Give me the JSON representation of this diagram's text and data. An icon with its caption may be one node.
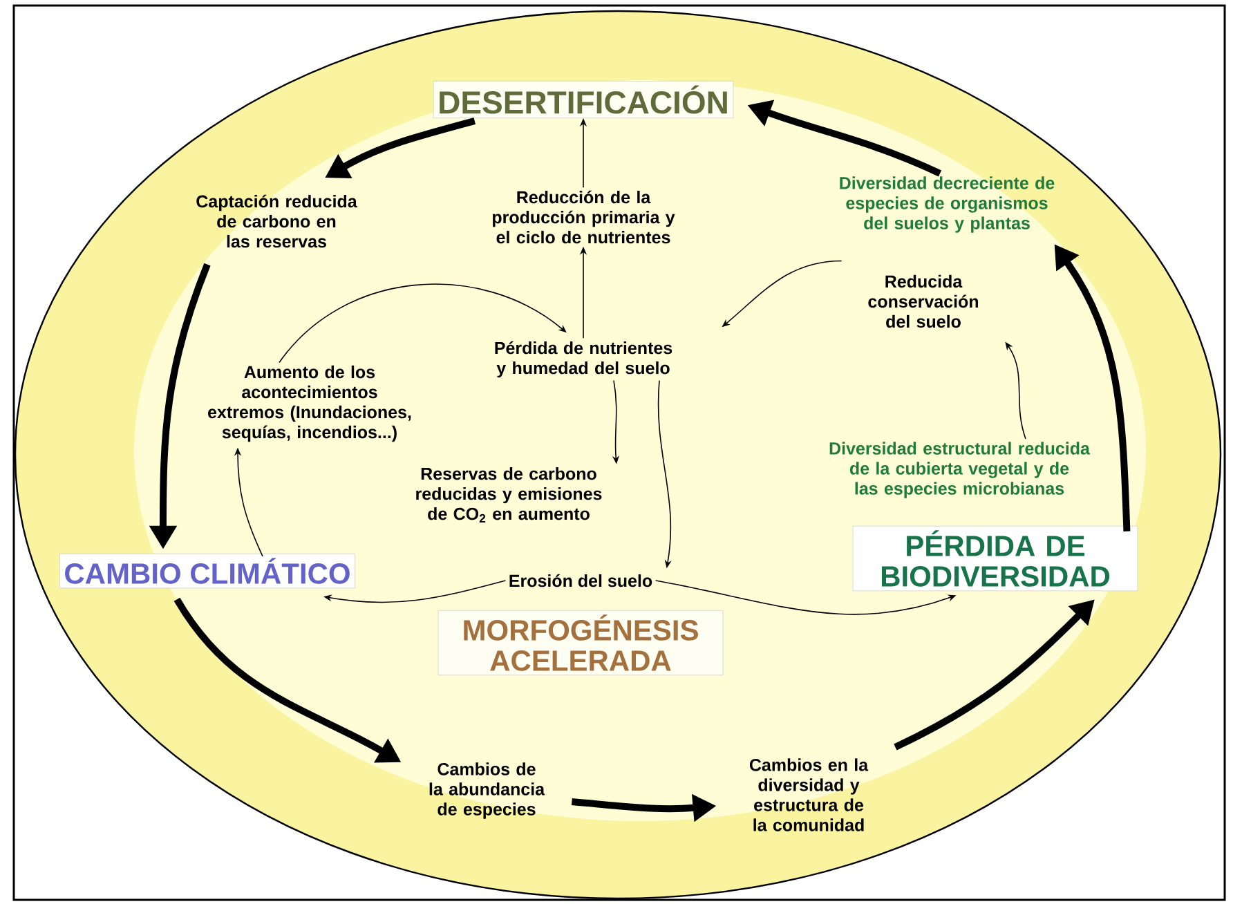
{
  "diagram": {
    "nodes": [
      {
        "text": [
          "DESERTIFICACIÓN"
        ]
      },
      {
        "text": [
          "Captación reducida de carbono en las reservas"
        ]
      },
      {
        "text": [
          "Reducción de la producción primaria y el ciclo de nutrientes"
        ]
      },
      {
        "text": [
          "Diversidad decreciente de especies de organismos del suelos y plantas"
        ]
      },
      {
        "text": [
          "Aumento de los acontecimientos extremos (Inundaciones, sequías, incendios...)"
        ]
      },
      {
        "text": [
          "Pérdida de nutrientes y humedad del suelo"
        ]
      },
      {
        "text": [
          "Reducida conservación del suelo"
        ]
      },
      {
        "text": [
          "Diversidad estructural reducida de la cubierta vegetal y de las especies microbianas"
        ]
      },
      {
        "text": [
          "Reservas de carbono reducidas y emisiones de CO$_{2}$ en aumento"
        ]
      },
      {
        "text": [
          "CAMBIO CLIMÁTICO"
        ]
      },
      {
        "text": [
          "Erosión del suelo"
        ]
      },
      {
        "text": [
          "MORFOGÉNESIS ACELERADA"
        ]
      },
      {
        "text": [
          "PÉRDIDA DE BIODIVERSIDAD"
        ]
      },
      {
        "text": [
          "Cambios de la abundancia de especies"
        ]
      },
      {
        "text": [
          "Cambios en la diversidad y estructura de la comunidad"
        ]
      }
    ],
    "edges": [
      {
        "from": 0,
        "to": 1,
        "arrow": "to",
        "style": "thick"
      },
      {
        "from": 1,
        "to": 9,
        "arrow": "to",
        "style": "thick"
      },
      {
        "from": 9,
        "to": 13,
        "arrow": "to",
        "style": "thick"
      },
      {
        "from": 13,
        "to": 14,
        "arrow": "to",
        "style": "thick"
      },
      {
        "from": 14,
        "to": 12,
        "arrow": "to",
        "style": "thick"
      },
      {
        "from": 12,
        "to": 3,
        "arrow": "to",
        "style": "thick"
      },
      {
        "from": 3,
        "to": 0,
        "arrow": "to",
        "style": "thick"
      },
      {
        "from": 2,
        "to": 0,
        "arrow": "to"
      },
      {
        "from": 5,
        "to": 2,
        "arrow": "to"
      },
      {
        "from": 4,
        "to": 5,
        "arrow": "to"
      },
      {
        "from": 6,
        "to": 5,
        "arrow": "to"
      },
      {
        "from": 7,
        "to": 6,
        "arrow": "to"
      },
      {
        "from": 5,
        "to": 8,
        "arrow": "to"
      },
      {
        "from": 5,
        "to": 10,
        "arrow": "to"
      },
      {
        "from": 9,
        "to": 4,
        "arrow": "to"
      },
      {
        "from": 10,
        "to": 9,
        "arrow": "to"
      },
      {
        "from": 10,
        "to": 12,
        "arrow": "to"
      }
    ]
  }
}
